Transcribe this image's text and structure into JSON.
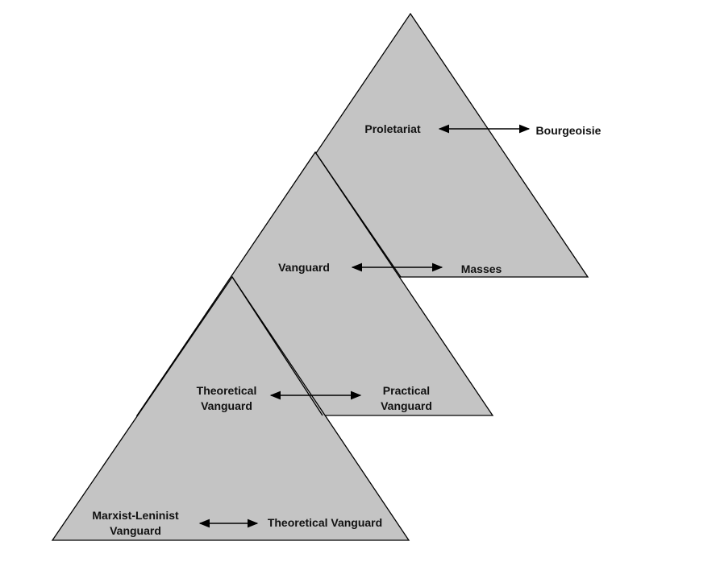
{
  "diagram": {
    "fill_color": "#c4c4c4",
    "stroke_color": "#000000",
    "arrow_style": "double-headed",
    "levels": [
      {
        "left": "Proletariat",
        "right": "Bourgeoisie"
      },
      {
        "left": "Vanguard",
        "right": "Masses"
      },
      {
        "left_line1": "Theoretical",
        "left_line2": "Vanguard",
        "right_line1": "Practical",
        "right_line2": "Vanguard"
      },
      {
        "left_line1": "Marxist-Leninist",
        "left_line2": "Vanguard",
        "right": "Theoretical Vanguard"
      }
    ]
  }
}
